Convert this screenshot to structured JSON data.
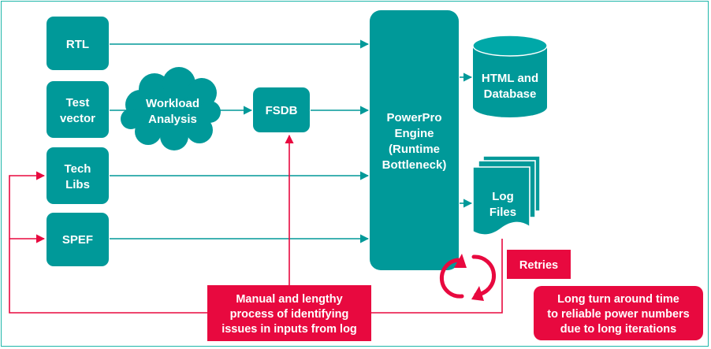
{
  "inputs": {
    "rtl": "RTL",
    "test_vector_line1": "Test",
    "test_vector_line2": "vector",
    "tech_libs_line1": "Tech",
    "tech_libs_line2": "Libs",
    "spef": "SPEF"
  },
  "workload": {
    "line1": "Workload",
    "line2": "Analysis"
  },
  "fsdb": "FSDB",
  "engine": {
    "line1": "PowerPro",
    "line2": "Engine",
    "line3": "(Runtime",
    "line4": "Bottleneck)"
  },
  "outputs": {
    "html_line1": "HTML and",
    "html_line2": "Database",
    "log_line1": "Log",
    "log_line2": "Files"
  },
  "notes": {
    "manual": [
      "Manual and lengthy",
      "process of identifying",
      "issues in inputs from log"
    ],
    "retries": "Retries",
    "long_turn": [
      "Long turn around time",
      "to reliable power numbers",
      "due to long iterations"
    ]
  },
  "colors": {
    "teal": "#009999",
    "red": "#e8093f",
    "frame": "#1fb6a9"
  }
}
